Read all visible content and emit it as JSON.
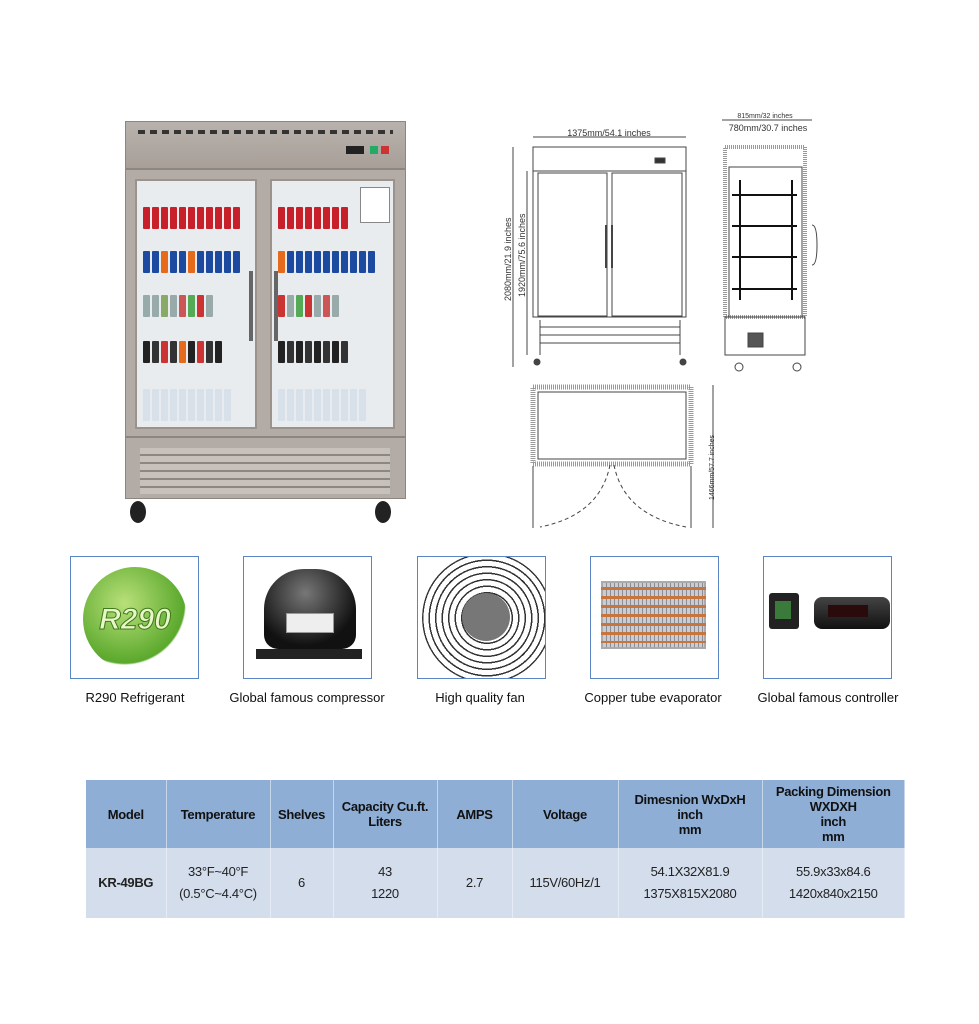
{
  "drawings": {
    "front_width": "1375mm/54.1 inches",
    "front_height_total": "2080mm/21.9 inches",
    "front_height_body": "1920mm/75.6 inches",
    "side_depth_total": "815mm/32 inches",
    "side_depth_body": "780mm/30.7 inches",
    "top_open_depth": "1466mm/57.7 inches"
  },
  "features": [
    {
      "label": "R290 Refrigerant",
      "logo_text": "R290"
    },
    {
      "label": "Global famous compressor"
    },
    {
      "label": "High quality fan"
    },
    {
      "label": "Copper tube evaporator"
    },
    {
      "label": "Global famous controller"
    }
  ],
  "spec_table": {
    "headers": [
      "Model",
      "Temperature",
      "Shelves",
      "Capacity Cu.ft.\nLiters",
      "AMPS",
      "Voltage",
      "Dimesnion  WxDxH\ninch\nmm",
      "Packing Dimension\nWXDXH\ninch\nmm"
    ],
    "row": {
      "model": "KR-49BG",
      "temp_f": "33°F~40°F",
      "temp_c": "(0.5°C~4.4°C)",
      "shelves": "6",
      "capacity_cuft": "43",
      "capacity_liters": "1220",
      "amps": "2.7",
      "voltage": "115V/60Hz/1",
      "dimension_inch": "54.1X32X81.9",
      "dimension_mm": "1375X815X2080",
      "packing_inch": "55.9x33x84.6",
      "packing_mm": "1420x840x2150"
    }
  },
  "colors": {
    "table_header": "#8eaed6",
    "table_row": "#d3ddec",
    "feature_border": "#5a86c5"
  }
}
